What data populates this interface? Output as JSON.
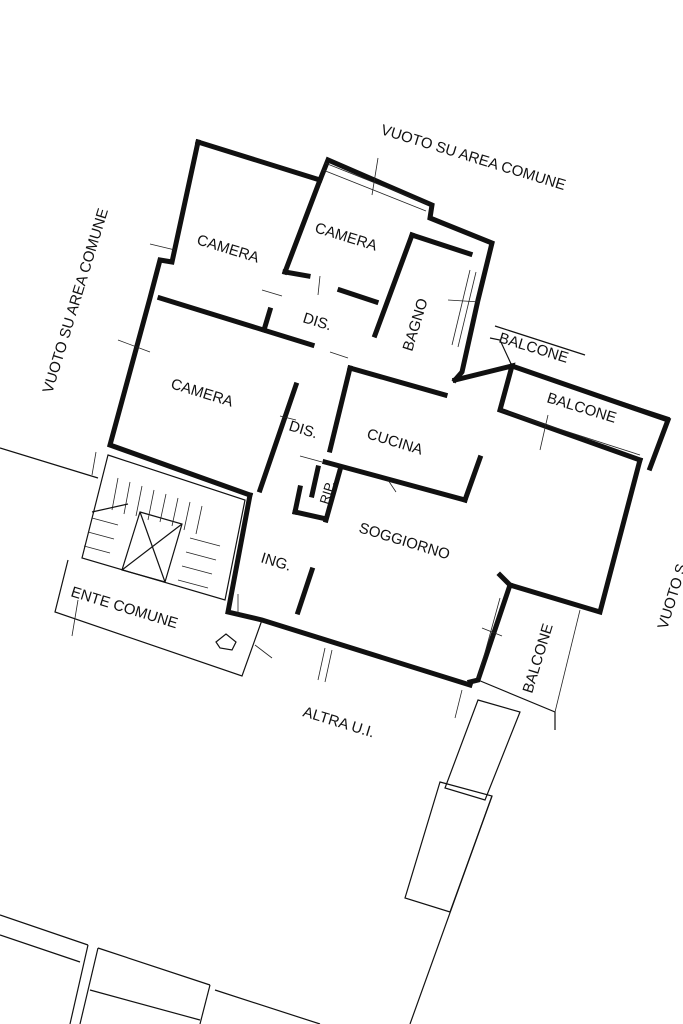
{
  "plan": {
    "rooms": {
      "camera_nw": "CAMERA",
      "camera_n": "CAMERA",
      "camera_w": "CAMERA",
      "bagno": "BAGNO",
      "dis_upper": "DIS.",
      "dis_lower": "DIS.",
      "cucina": "CUCINA",
      "rip": "RIP.",
      "soggiorno": "SOGGIORNO",
      "ing": "ING."
    },
    "balconies": {
      "balcone_upper": "BALCONE",
      "balcone_right": "BALCONE",
      "balcone_bottom": "BALCONE"
    },
    "surroundings": {
      "vuoto_top": "VUOTO SU AREA COMUNE",
      "vuoto_left": "VUOTO SU AREA COMUNE",
      "vuoto_right": "VUOTO S",
      "ente_comune": "ENTE COMUNE",
      "altra_ui": "ALTRA U.I."
    }
  }
}
